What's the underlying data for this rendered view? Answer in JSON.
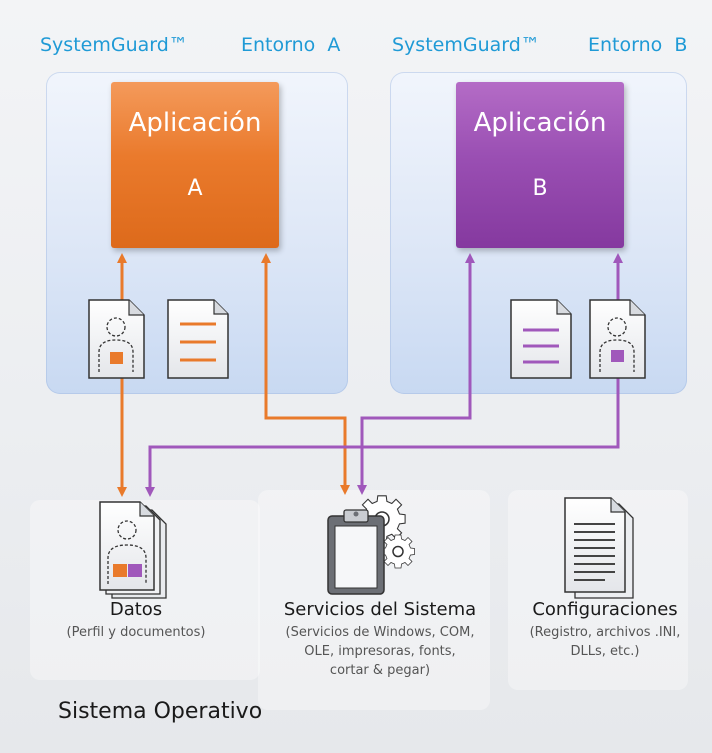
{
  "environments": {
    "a": {
      "systemguard": "SystemGuard™",
      "name": "Entorno  A",
      "app_title": "Aplicación",
      "app_letter": "A"
    },
    "b": {
      "systemguard": "SystemGuard™",
      "name": "Entorno  B",
      "app_title": "Aplicación",
      "app_letter": "B"
    }
  },
  "resources": {
    "datos": {
      "title": "Datos",
      "subtitle": "(Perfil y documentos)"
    },
    "servicios": {
      "title": "Servicios del Sistema",
      "subtitle_lines": [
        "(Servicios de Windows, COM,",
        "OLE, impresoras, fonts,",
        "cortar & pegar)"
      ]
    },
    "configuraciones": {
      "title": "Configuraciones",
      "subtitle_lines": [
        "(Registro, archivos .INI,",
        "DLLs, etc.)"
      ]
    }
  },
  "os_label": "Sistema Operativo",
  "colors": {
    "env_a_accent": "#e97a2b",
    "env_b_accent": "#9b4fb3",
    "label_blue": "#1f9ad6"
  },
  "icons": [
    "user-document-icon",
    "text-document-icon",
    "stacked-user-documents-icon",
    "clipboard-gears-icon",
    "config-document-icon"
  ]
}
